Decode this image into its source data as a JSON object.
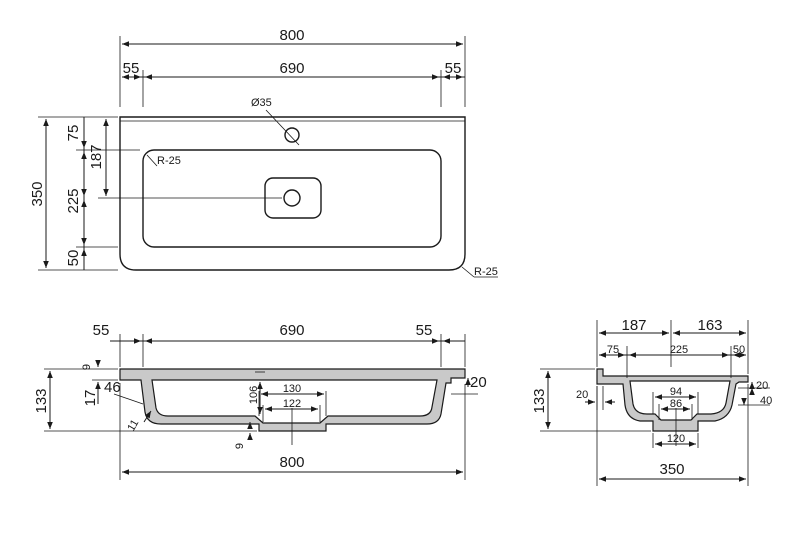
{
  "top_view": {
    "overall_width": "800",
    "inner_width": "690",
    "side_left": "55",
    "side_right": "55",
    "tap_hole": "Ø35",
    "inner_radius": "R-25",
    "outer_radius": "R-25",
    "depth_total": "350",
    "back_edge": "75",
    "to_drain": "187",
    "bowl_length": "225",
    "front_edge": "50"
  },
  "front_section": {
    "side_left": "55",
    "inner_width": "690",
    "side_right": "55",
    "rim": "9",
    "rim_offset": "17",
    "wall_angle": "46",
    "lip": "20",
    "height": "133",
    "bowl_depth": "106",
    "drain_outer": "130",
    "drain_inner": "122",
    "wall_thickness": "11",
    "bottom": "9",
    "overall_width": "800"
  },
  "side_section": {
    "back_to_drain": "187",
    "drain_to_front": "163",
    "back_edge": "75",
    "bowl_length": "225",
    "front_edge": "50",
    "back_wall": "20",
    "lip": "20",
    "lip_height": "40",
    "height": "133",
    "drain_outer": "94",
    "drain_inner": "86",
    "drain_base": "120",
    "overall_depth": "350"
  }
}
